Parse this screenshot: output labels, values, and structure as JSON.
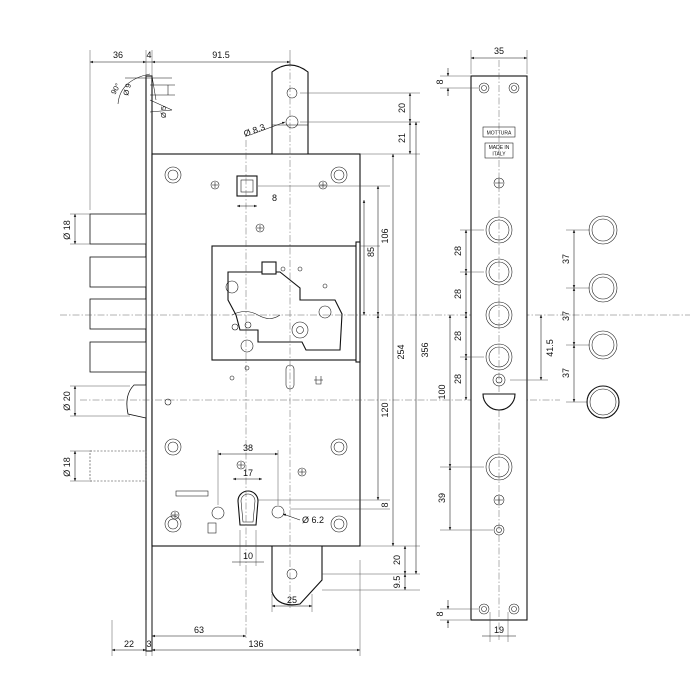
{
  "dims": {
    "d36": "36",
    "d4": "4",
    "d915": "91.5",
    "d90": "90°",
    "dphi9": "Ø 9",
    "dphi5": "Ø 5",
    "dphi83": "Ø 8.3",
    "d20a": "20",
    "d21": "21",
    "d8sq": "8",
    "dphi18a": "Ø 18",
    "d106": "106",
    "d85": "85",
    "d254": "254",
    "d356": "356",
    "dphi20": "Ø 20",
    "d120": "120",
    "d38": "38",
    "d17": "17",
    "dphi18b": "Ø 18",
    "d8b": "8",
    "dphi62": "Ø 6.2",
    "d10": "10",
    "d20b": "20",
    "d95": "9.5",
    "d25": "25",
    "d63": "63",
    "d22": "22",
    "d3": "3",
    "d136": "136",
    "d35": "35",
    "d8top": "8",
    "d28a": "28",
    "d28b": "28",
    "d28c": "28",
    "d28d": "28",
    "d415": "41.5",
    "d100": "100",
    "d39": "39",
    "d8bot": "8",
    "d19": "19",
    "d37a": "37",
    "d37b": "37",
    "d37c": "37"
  },
  "faceplate": {
    "brand": "MOTTURA",
    "made_line1": "MADE IN",
    "made_line2": "ITALY"
  }
}
